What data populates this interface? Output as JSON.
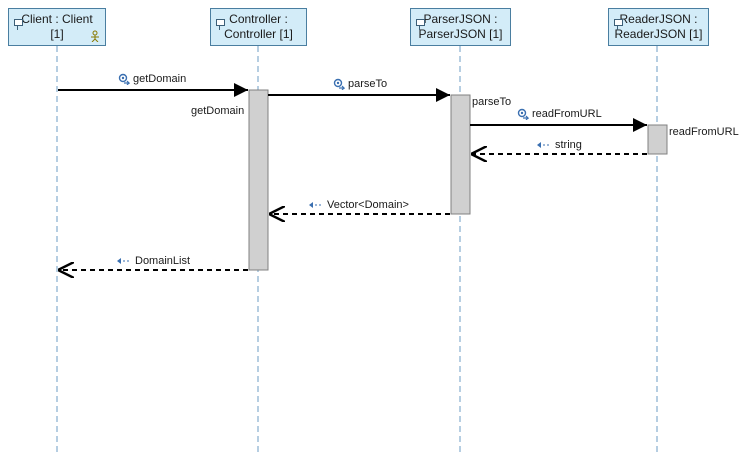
{
  "lifelines": [
    {
      "line1": "Client : Client",
      "line2": "[1]"
    },
    {
      "line1": "Controller :",
      "line2": "Controller [1]"
    },
    {
      "line1": "ParserJSON :",
      "line2": "ParserJSON [1]"
    },
    {
      "line1": "ReaderJSON :",
      "line2": "ReaderJSON [1]"
    }
  ],
  "messages": [
    {
      "label": "getDomain",
      "kind": "sync"
    },
    {
      "label": "parseTo",
      "kind": "sync"
    },
    {
      "label": "readFromURL",
      "kind": "sync"
    },
    {
      "label": "string",
      "kind": "return"
    },
    {
      "label": "Vector<Domain>",
      "kind": "return"
    },
    {
      "label": "DomainList",
      "kind": "return"
    }
  ],
  "activations": [
    {
      "label": "getDomain"
    },
    {
      "label": "parseTo"
    },
    {
      "label": "readFromURL"
    }
  ],
  "colors": {
    "header_fill": "#d3ecf8",
    "header_border": "#4a7ea0",
    "lifeline_dash": "#6c9cc4",
    "activation_fill": "#d0d0d0",
    "icon_blue": "#3a6fb0"
  }
}
